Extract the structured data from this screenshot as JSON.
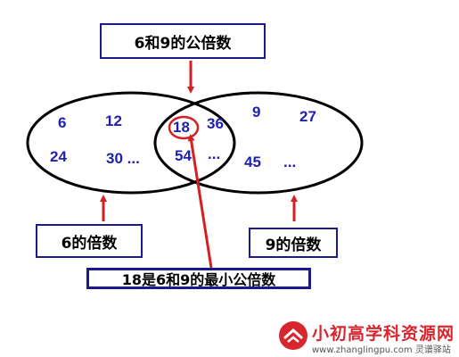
{
  "labels": {
    "common_multiples": "6和9的公倍数",
    "multiples_of_6": "6的倍数",
    "multiples_of_9": "9的倍数",
    "lcm_note": "18是6和9的最小公倍数"
  },
  "left_only": [
    "6",
    "12",
    "24",
    "30 ..."
  ],
  "intersection": [
    "18",
    "36",
    "54",
    "..."
  ],
  "right_only": [
    "9",
    "27",
    "45",
    "..."
  ],
  "watermark": {
    "title": "小初高学科资源网",
    "url": "www.zhanglingpu.com 灵谱驿站"
  },
  "colors": {
    "ellipse": "#000000",
    "arrow": "#d42020",
    "numbers": "#1f1fb0",
    "box_border": "#1a1a8c"
  }
}
